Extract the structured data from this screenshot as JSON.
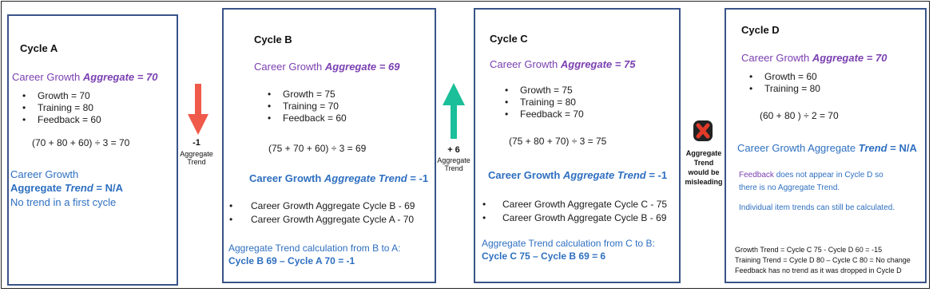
{
  "colors": {
    "border": "#3a5488",
    "purple": "#7a3fb0",
    "blue": "#2e6fc0",
    "down_arrow": "#f05a4a",
    "up_arrow": "#1bbf9a",
    "x_mark": "#e23a2a"
  },
  "cycle_a": {
    "title": "Cycle A",
    "aggregate_prefix": "Career Growth ",
    "aggregate_emph": "Aggregate = 70",
    "items": [
      "Growth = 70",
      "Training = 80",
      "Feedback = 60"
    ],
    "calc": "(70 + 80 + 60) ÷ 3 =  70",
    "trend_line1": "Career Growth",
    "trend_line2_a": "Aggregate ",
    "trend_line2_b": "Trend",
    "trend_line2_c": " = N/A",
    "trend_line3": "No trend in a first cycle"
  },
  "connector_ab": {
    "icon": "down-arrow-icon",
    "value": "-1",
    "label1": "Aggregate",
    "label2": "Trend"
  },
  "cycle_b": {
    "title": "Cycle B",
    "aggregate_prefix": "Career Growth ",
    "aggregate_emph": "Aggregate = 69",
    "items": [
      "Growth = 75",
      "Training = 70",
      "Feedback = 60"
    ],
    "calc": "(75 + 70 + 60) ÷ 3 =  69",
    "trend_a": "Career Growth ",
    "trend_b": "Aggregate Trend",
    "trend_c": " = -1",
    "comparison": [
      "Career Growth Aggregate Cycle B - 69",
      "Career Growth Aggregate Cycle A - 70"
    ],
    "calc_label": "Aggregate Trend calculation from B to A:",
    "calc_result": "Cycle B 69 – Cycle A 70 = -1"
  },
  "connector_bc": {
    "icon": "up-arrow-icon",
    "value": "+ 6",
    "label1": "Aggregate",
    "label2": "Trend"
  },
  "cycle_c": {
    "title": "Cycle C",
    "aggregate_prefix": "Career Growth ",
    "aggregate_emph": "Aggregate = 75",
    "items": [
      "Growth = 75",
      "Training = 80",
      "Feedback = 70"
    ],
    "calc": "(75 + 80 + 70) ÷ 3 = 75",
    "trend_a": "Career Growth ",
    "trend_b": "Aggregate Trend",
    "trend_c": " = -1",
    "comparison": [
      "Career Growth Aggregate Cycle C - 75",
      "Career Growth Aggregate Cycle B - 69"
    ],
    "calc_label": "Aggregate Trend calculation from C to B:",
    "calc_result": "Cycle C 75 – Cycle B 69 = 6"
  },
  "connector_cd": {
    "icon": "x-mark-icon",
    "label1": "Aggregate",
    "label2": "Trend",
    "label3": "would be",
    "label4": "misleading"
  },
  "cycle_d": {
    "title": "Cycle D",
    "aggregate_prefix": "Career Growth ",
    "aggregate_emph": "Aggregate = 70",
    "items": [
      "Growth = 60",
      "Training = 80"
    ],
    "calc": "(60 + 80 ) ÷ 2 = 70",
    "trend_a": "Career Growth Aggregate ",
    "trend_b": "Trend",
    "trend_c": " = N/A",
    "feedback_word": "Feedback",
    "feedback_rest": " does not appear in Cycle D so",
    "feedback_line2": "there is no Aggregate Trend.",
    "individual": "Individual item trends can still be calculated.",
    "notes": [
      "Growth Trend = Cycle C 75 - Cycle D 60 =  -15",
      "Training Trend = Cycle D 80 – Cycle C 80 = No change",
      "Feedback has no trend as it was dropped in Cycle D"
    ]
  }
}
